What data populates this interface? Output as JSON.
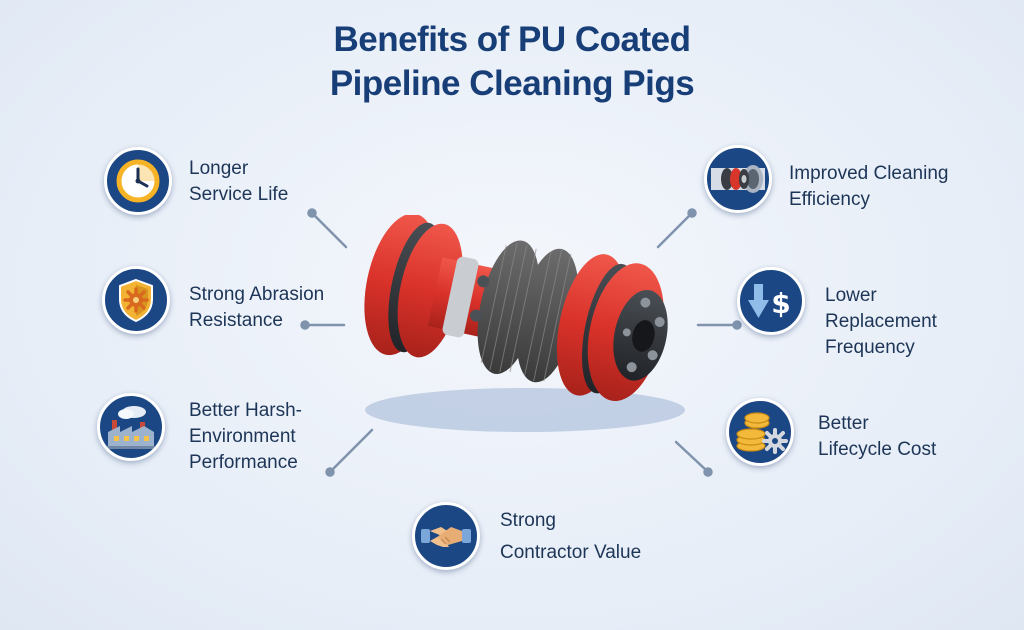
{
  "title": {
    "line1": "Benefits of PU Coated",
    "line2": "Pipeline Cleaning Pigs"
  },
  "benefits": [
    {
      "id": "longer-service-life",
      "icon": "clock-icon",
      "lines": [
        "Longer",
        "Service Life"
      ]
    },
    {
      "id": "abrasion-resistance",
      "icon": "shield-gear-icon",
      "lines": [
        "Strong Abrasion",
        "Resistance"
      ]
    },
    {
      "id": "harsh-environment",
      "icon": "factory-icon",
      "lines": [
        "Better Harsh-",
        "Environment",
        "Performance"
      ]
    },
    {
      "id": "contractor-value",
      "icon": "handshake-icon",
      "lines": [
        "Strong",
        "Contractor Value"
      ]
    },
    {
      "id": "cleaning-efficiency",
      "icon": "pipe-pig-icon",
      "lines": [
        "Improved Cleaning",
        "Efficiency"
      ]
    },
    {
      "id": "replacement-frequency",
      "icon": "down-dollar-icon",
      "lines": [
        "Lower",
        "Replacement",
        "Frequency"
      ]
    },
    {
      "id": "lifecycle-cost",
      "icon": "coins-gear-icon",
      "lines": [
        "Better",
        "Lifecycle Cost"
      ]
    }
  ],
  "colors": {
    "title": "#183e78",
    "badge": "#1c4785",
    "pig_red": "#e0352a",
    "pig_dark": "#2f3338",
    "connector": "#7f93ad"
  }
}
